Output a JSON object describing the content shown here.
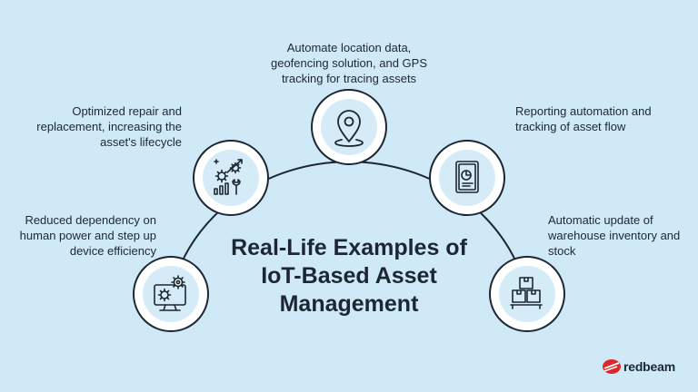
{
  "title": "Real-Life Examples of IoT-Based Asset Management",
  "items": [
    {
      "text": "Reduced dependency on human power and step up device efficiency",
      "icon": "monitor-gears-icon"
    },
    {
      "text": "Optimized repair and replacement, increasing the asset's lifecycle",
      "icon": "gears-growth-chart-icon"
    },
    {
      "text": "Automate location data, geofencing solution, and GPS tracking for tracing assets",
      "icon": "location-pin-icon"
    },
    {
      "text": "Reporting automation and tracking of asset flow",
      "icon": "report-pie-chart-icon"
    },
    {
      "text": "Automatic update of warehouse inventory and stock",
      "icon": "stacked-boxes-icon"
    }
  ],
  "brand": {
    "name": "redbeam",
    "color": "#e0262d"
  },
  "colors": {
    "background": "#cfe9f6",
    "stroke": "#1d2733",
    "node_inner": "#d5ebf7"
  }
}
